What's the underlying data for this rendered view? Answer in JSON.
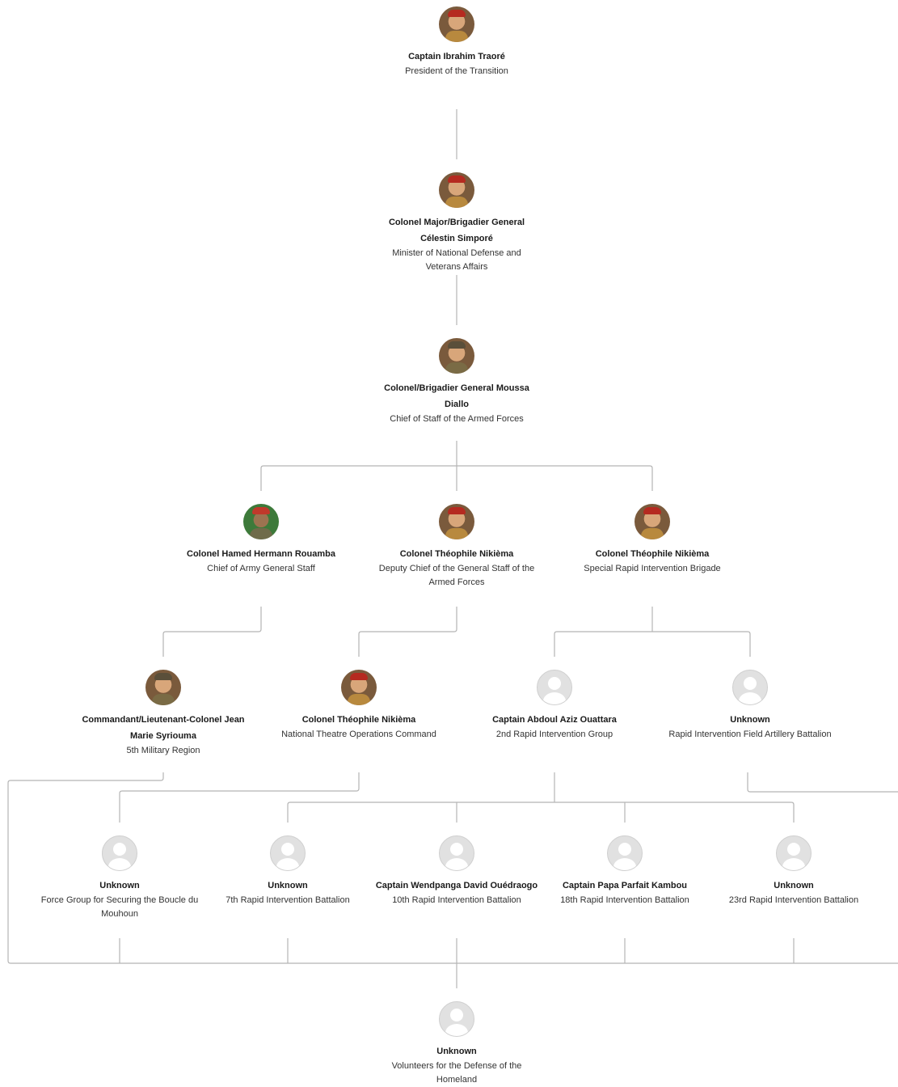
{
  "nodes": {
    "traore": {
      "name": "Captain Ibrahim Traoré",
      "role": "President of the Transition",
      "avatar": "photo-portrait"
    },
    "simpore": {
      "name": "Colonel Major/Brigadier General Célestin Simporé",
      "role": "Minister of National Defense and Veterans Affairs",
      "avatar": "photo-portrait"
    },
    "diallo": {
      "name": "Colonel/Brigadier General Moussa Diallo",
      "role": "Chief of Staff of the Armed Forces",
      "avatar": "photo-portrait"
    },
    "rouamba": {
      "name": "Colonel Hamed Hermann Rouamba",
      "role": "Chief of Army General Staff",
      "avatar": "photo-portrait"
    },
    "nikiema_deputy": {
      "name": "Colonel Théophile Nikièma",
      "role": "Deputy Chief of the General Staff of the Armed Forces",
      "avatar": "photo-portrait"
    },
    "nikiema_brigade": {
      "name": "Colonel Théophile Nikièma",
      "role": "Special Rapid Intervention Brigade",
      "avatar": "photo-portrait"
    },
    "syriouma": {
      "name": "Commandant/Lieutenant-Colonel Jean Marie Syriouma",
      "role": "5th Military Region",
      "avatar": "photo-portrait"
    },
    "nikiema_theatre": {
      "name": "Colonel Théophile Nikièma",
      "role": "National Theatre Operations Command",
      "avatar": "photo-portrait"
    },
    "ouattara": {
      "name": "Captain Abdoul Aziz Ouattara",
      "role": "2nd Rapid Intervention Group",
      "avatar": "placeholder"
    },
    "artillery": {
      "name": "Unknown",
      "role": "Rapid Intervention Field Artillery Battalion",
      "avatar": "placeholder"
    },
    "boucle": {
      "name": "Unknown",
      "role": "Force Group for Securing the Boucle du Mouhoun",
      "avatar": "placeholder"
    },
    "bir7": {
      "name": "Unknown",
      "role": "7th Rapid Intervention Battalion",
      "avatar": "placeholder"
    },
    "bir10": {
      "name": "Captain Wendpanga David Ouédraogo",
      "role": "10th Rapid Intervention Battalion",
      "avatar": "placeholder"
    },
    "bir18": {
      "name": "Captain Papa Parfait Kambou",
      "role": "18th Rapid Intervention Battalion",
      "avatar": "placeholder"
    },
    "bir23": {
      "name": "Unknown",
      "role": "23rd Rapid Intervention Battalion",
      "avatar": "placeholder"
    },
    "vdp": {
      "name": "Unknown",
      "role": "Volunteers for the Defense of the Homeland",
      "avatar": "placeholder"
    }
  },
  "colors": {
    "connector": "#b5b5b5",
    "text": "#1a1a1a"
  }
}
